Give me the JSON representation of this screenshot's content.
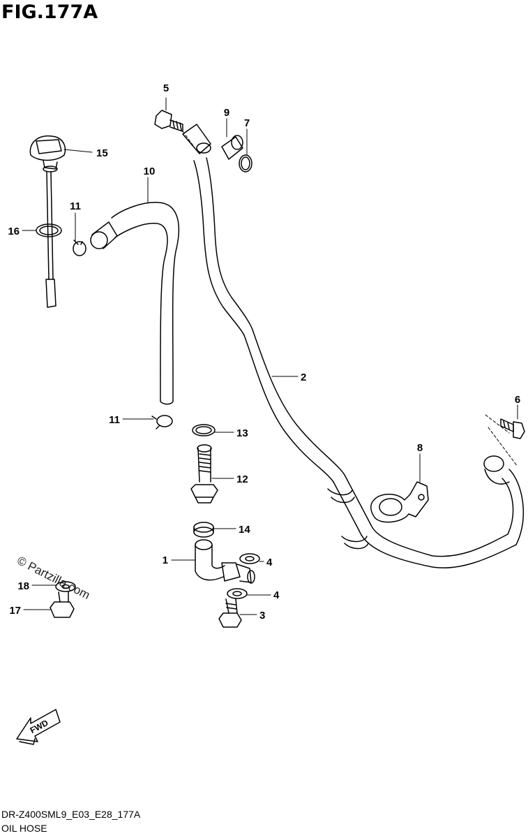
{
  "figure_title": "FIG.177A",
  "diagram_code": "DR-Z400SML9_E03_E28_177A",
  "section_name": "OIL HOSE",
  "watermark": "© Partzilla.com",
  "fwd_label": "FWD",
  "callouts": [
    "1",
    "2",
    "3",
    "4",
    "4",
    "5",
    "6",
    "7",
    "8",
    "9",
    "10",
    "11",
    "11",
    "12",
    "13",
    "14",
    "15",
    "16",
    "17",
    "18"
  ]
}
